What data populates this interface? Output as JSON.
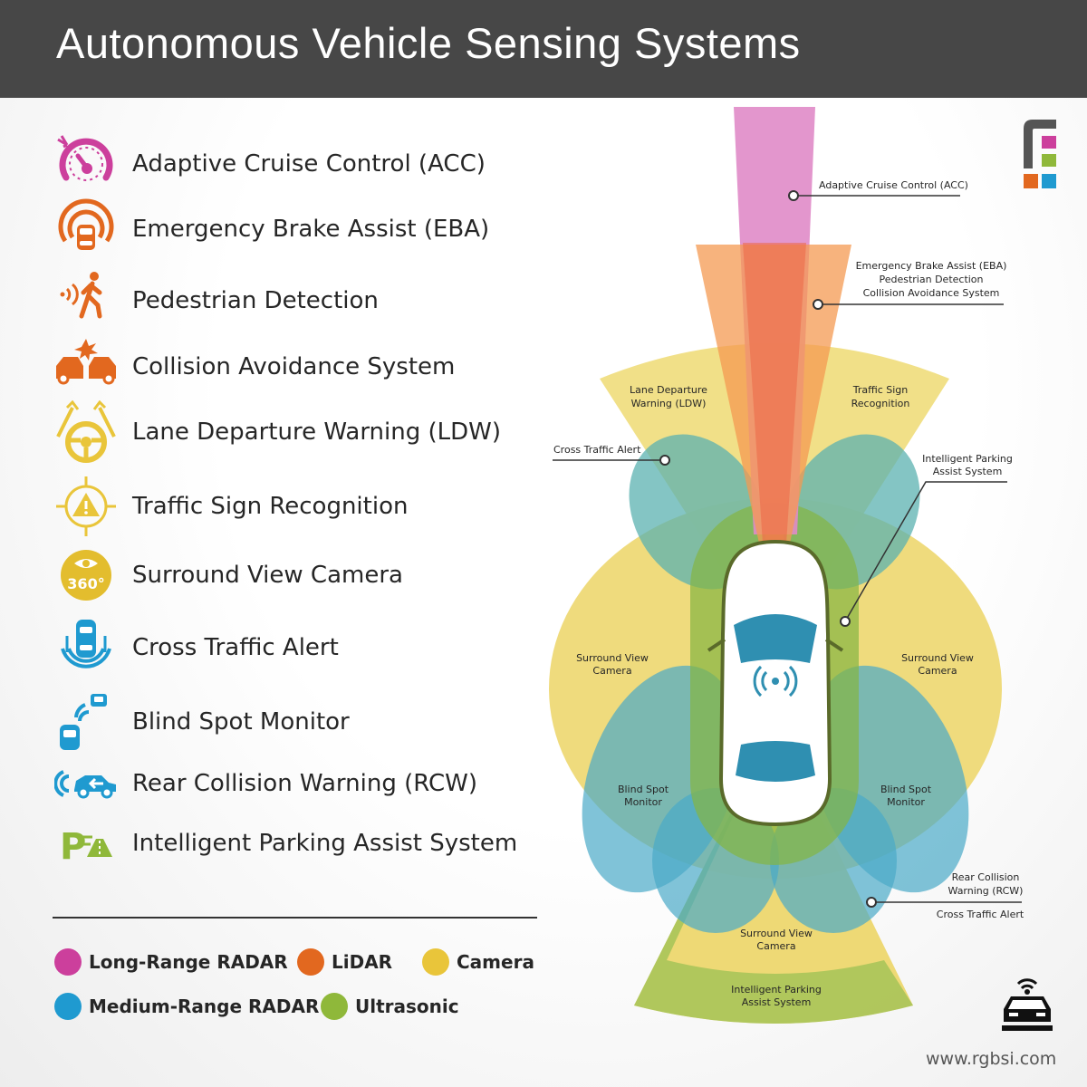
{
  "title": "Autonomous Vehicle Sensing Systems",
  "features": [
    {
      "label": "Adaptive Cruise Control (ACC)",
      "icon": "speedometer-icon",
      "color": "#cc3f9c"
    },
    {
      "label": "Emergency Brake Assist (EBA)",
      "icon": "brake-assist-icon",
      "color": "#e2681f"
    },
    {
      "label": "Pedestrian Detection",
      "icon": "pedestrian-icon",
      "color": "#e2681f"
    },
    {
      "label": "Collision Avoidance System",
      "icon": "collision-icon",
      "color": "#e2681f"
    },
    {
      "label": "Lane Departure Warning (LDW)",
      "icon": "lane-steering-icon",
      "color": "#e9c53a"
    },
    {
      "label": "Traffic Sign Recognition",
      "icon": "warning-target-icon",
      "color": "#e9c53a"
    },
    {
      "label": "Surround View Camera",
      "icon": "camera-360-icon",
      "color": "#e9c53a",
      "icon_text": "360°"
    },
    {
      "label": "Cross Traffic Alert",
      "icon": "cross-traffic-icon",
      "color": "#1f9ad0"
    },
    {
      "label": "Blind Spot Monitor",
      "icon": "blind-spot-icon",
      "color": "#1f9ad0"
    },
    {
      "label": "Rear Collision Warning (RCW)",
      "icon": "rear-collision-icon",
      "color": "#1f9ad0"
    },
    {
      "label": "Intelligent Parking Assist System",
      "icon": "parking-assist-icon",
      "color": "#8fb83a",
      "icon_text": "P"
    }
  ],
  "legend": [
    {
      "label": "Long-Range RADAR",
      "color": "#cc3f9c"
    },
    {
      "label": "LiDAR",
      "color": "#e2681f"
    },
    {
      "label": "Camera",
      "color": "#e9c53a"
    },
    {
      "label": "Medium-Range RADAR",
      "color": "#1f9ad0"
    },
    {
      "label": "Ultrasonic",
      "color": "#8fb83a"
    }
  ],
  "diagram_labels": {
    "acc": "Adaptive Cruise Control (ACC)",
    "eba_1": "Emergency Brake Assist (EBA)",
    "eba_2": "Pedestrian Detection",
    "eba_3": "Collision Avoidance System",
    "ldw_1": "Lane Departure",
    "ldw_2": "Warning (LDW)",
    "tsr_1": "Traffic Sign",
    "tsr_2": "Recognition",
    "cta_front": "Cross Traffic Alert",
    "ipa_front_1": "Intelligent Parking",
    "ipa_front_2": "Assist System",
    "svc_left_1": "Surround View",
    "svc_left_2": "Camera",
    "svc_right_1": "Surround View",
    "svc_right_2": "Camera",
    "bsm_left_1": "Blind Spot",
    "bsm_left_2": "Monitor",
    "bsm_right_1": "Blind Spot",
    "bsm_right_2": "Monitor",
    "rcw_1": "Rear Collision",
    "rcw_2": "Warning (RCW)",
    "cta_rear": "Cross Traffic Alert",
    "svc_rear_1": "Surround View",
    "svc_rear_2": "Camera",
    "ipa_rear_1": "Intelligent Parking",
    "ipa_rear_2": "Assist System"
  },
  "website": "www.rgbsi.com"
}
